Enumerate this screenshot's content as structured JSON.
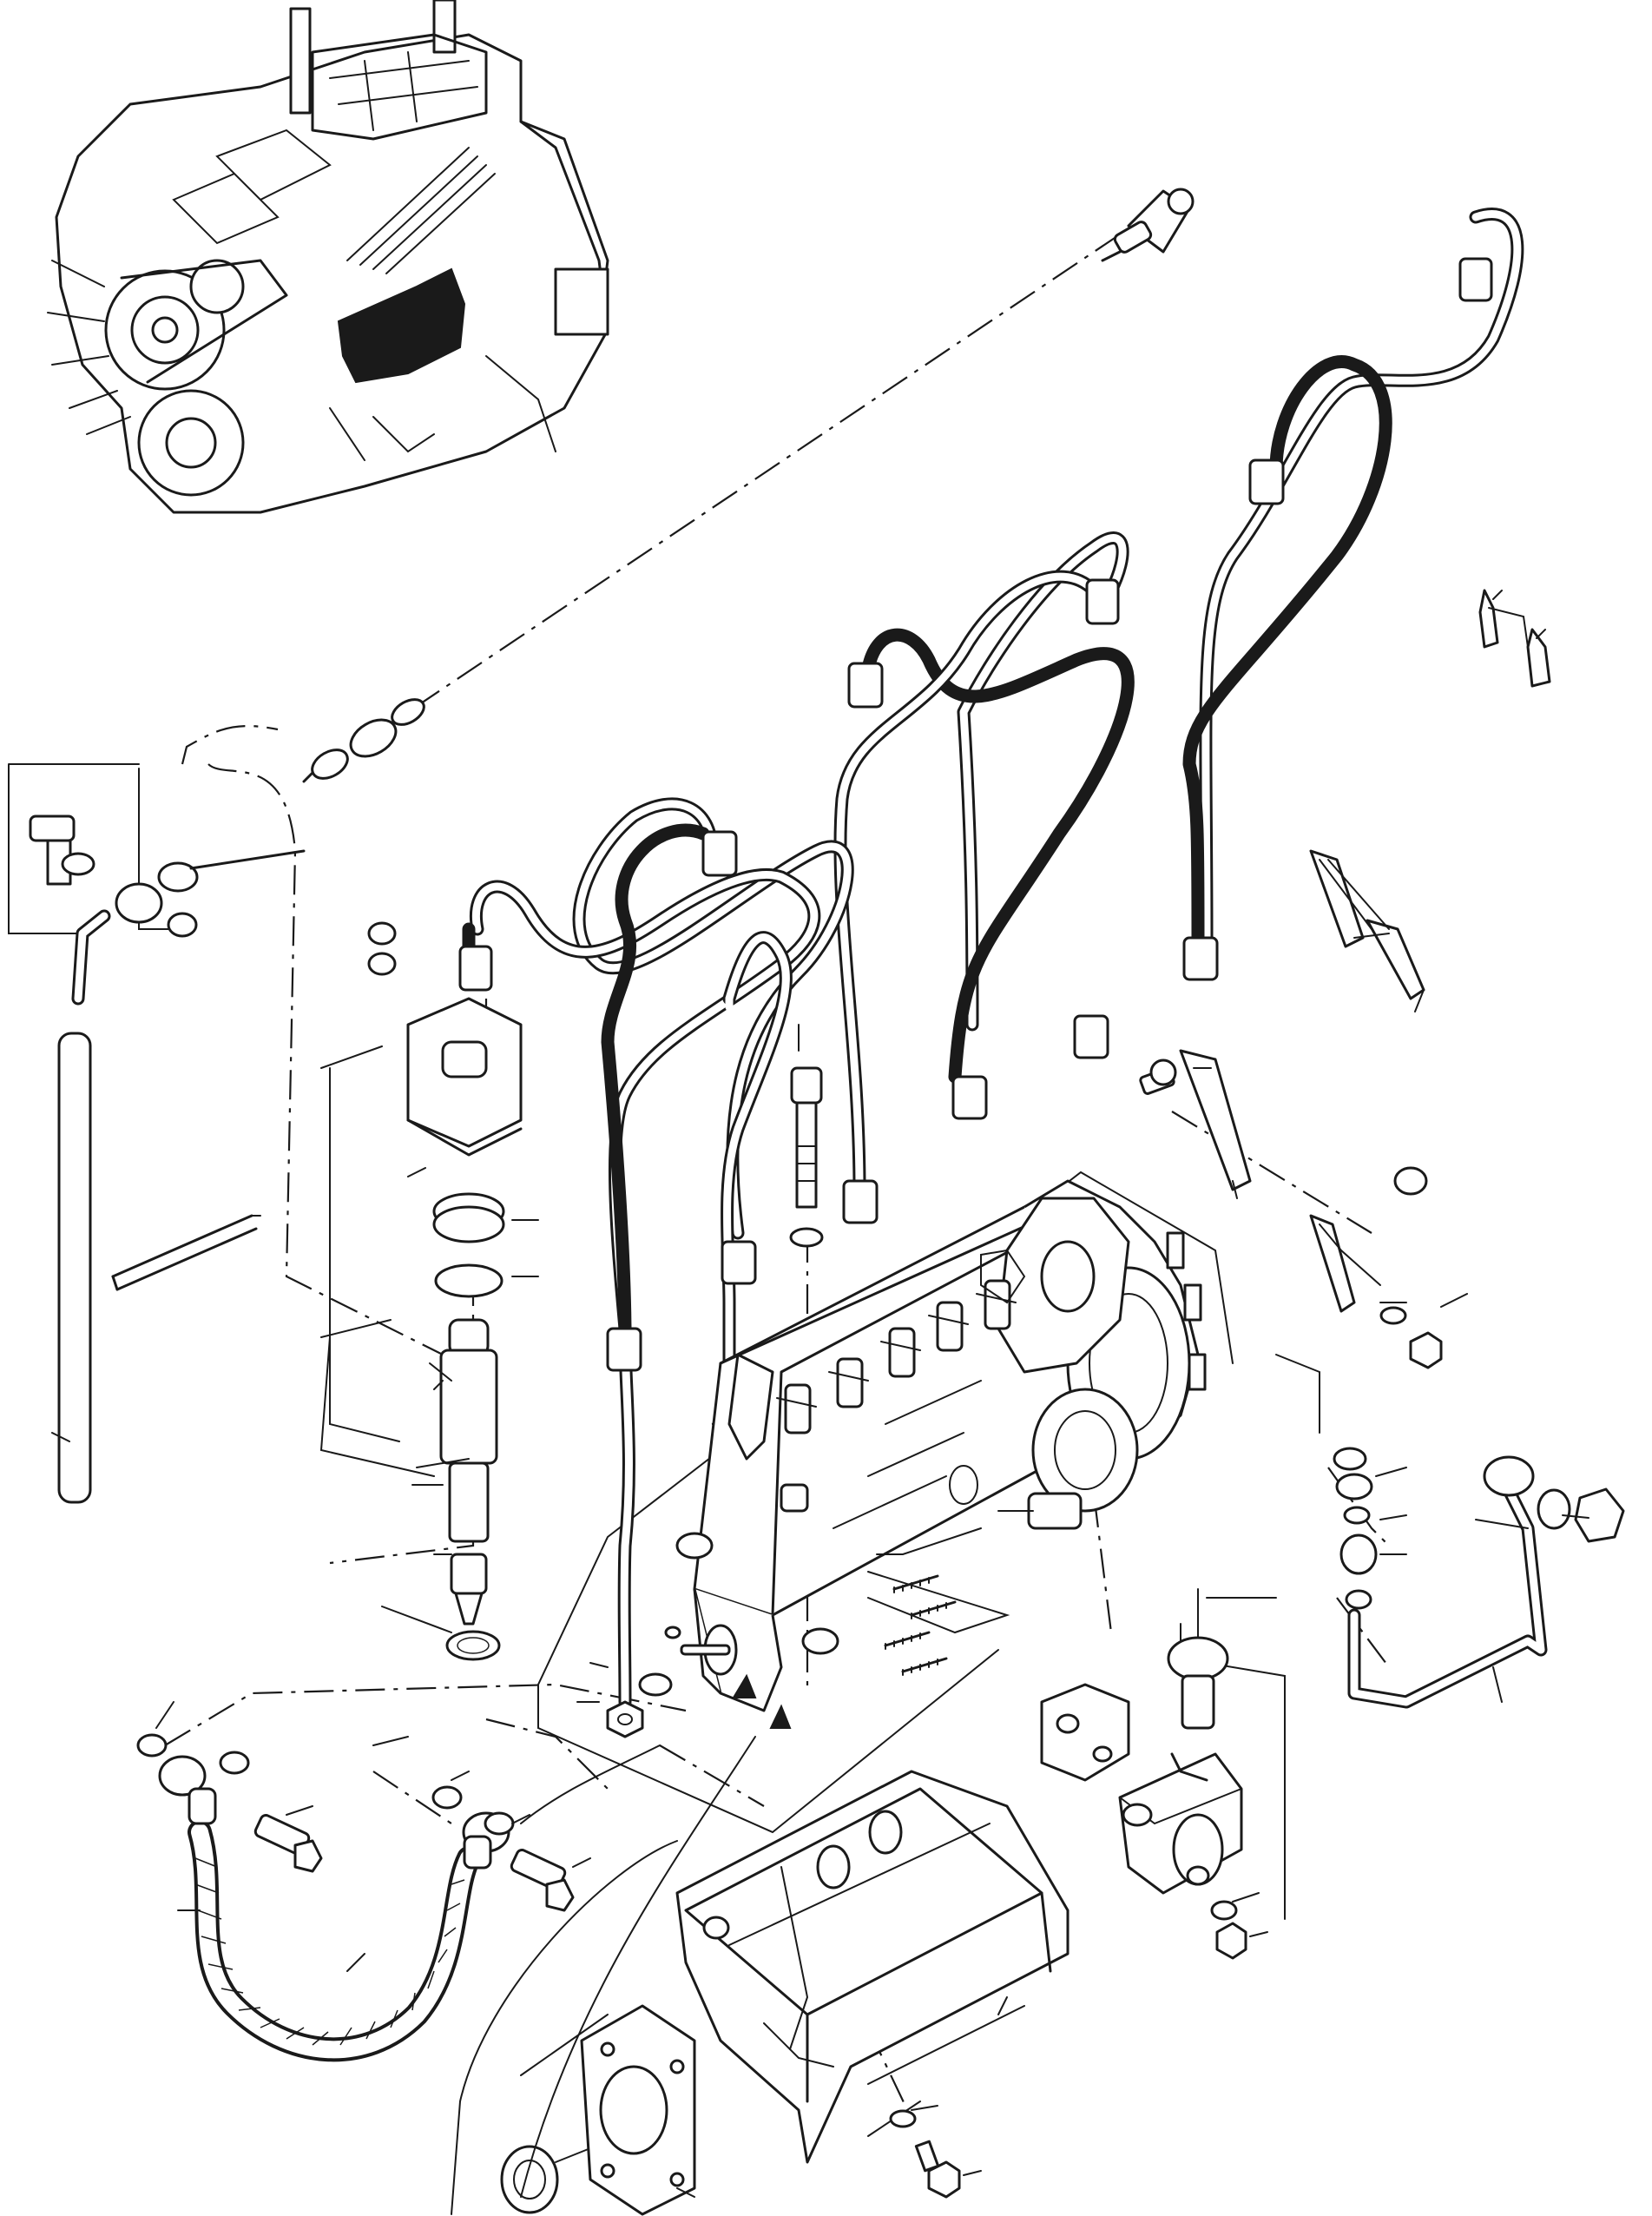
{
  "figure": {
    "kind": "exploded parts diagram",
    "subject_icons": [
      "engine-assembly-thumbnail",
      "fuel-injection-pump",
      "injector-pipes",
      "fuel-injector",
      "fuel-hoses",
      "pump-bracket",
      "fuel-filter"
    ],
    "ink_color": "#1a1a1a",
    "background": "#ffffff"
  }
}
